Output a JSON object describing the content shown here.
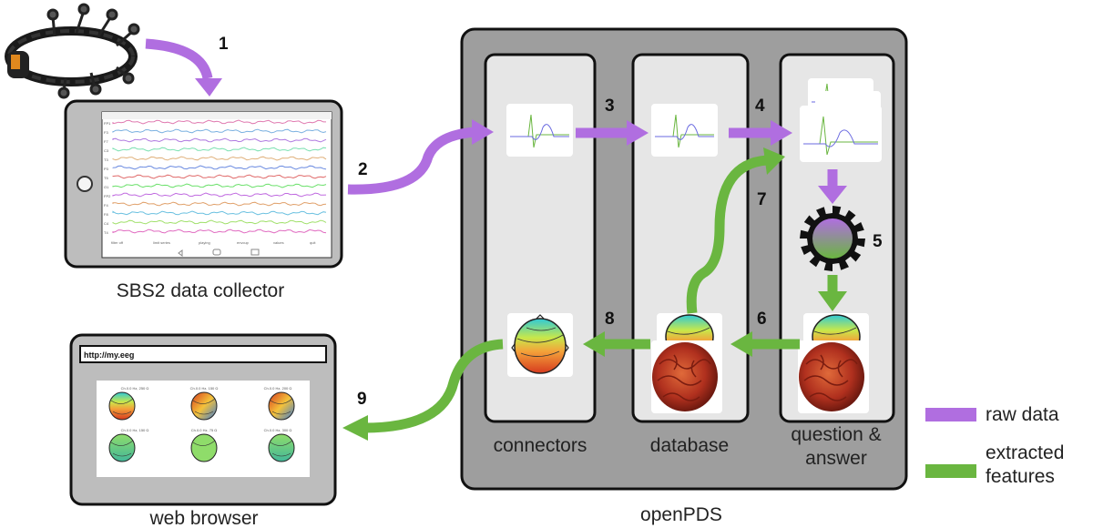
{
  "diagram": {
    "tablet_label": "SBS2 data collector",
    "browser_label": "web browser",
    "browser_url": "http://my.eeg",
    "openpds_label": "openPDS",
    "columns": [
      {
        "label": "connectors"
      },
      {
        "label": "database"
      },
      {
        "label": "question &",
        "label2": "answer"
      }
    ],
    "steps": [
      "1",
      "2",
      "3",
      "4",
      "5",
      "6",
      "7",
      "8",
      "9"
    ],
    "tablet_status": "filter off",
    "tablet_buttons": [
      "filter off",
      "limit series",
      "playing",
      "envcup",
      "values",
      "quit"
    ],
    "channel_names": [
      "FP1",
      "F3",
      "F7",
      "C3",
      "T3",
      "P3",
      "T5",
      "O1",
      "FP2",
      "F4",
      "F8",
      "C4",
      "T4"
    ],
    "topo_captions": [
      "Ch.0.0 Hz, 250 Ω",
      "Ch.0.0 Hz, 150 Ω",
      "Ch.0.0 Hz, 200 Ω",
      "Ch.0.0 Hz, 150 Ω",
      "Ch.0.0 Hz, 75 Ω",
      "Ch.0.0 Hz, 300 Ω"
    ]
  },
  "legend": {
    "items": [
      {
        "label": "raw data",
        "color": "#b06ee0"
      },
      {
        "label": "extracted",
        "label2": "features",
        "color": "#6ab640"
      }
    ]
  },
  "colors": {
    "raw": "#b06ee0",
    "extracted": "#6ab640",
    "panel": "#999999",
    "column": "#e6e6e6"
  }
}
